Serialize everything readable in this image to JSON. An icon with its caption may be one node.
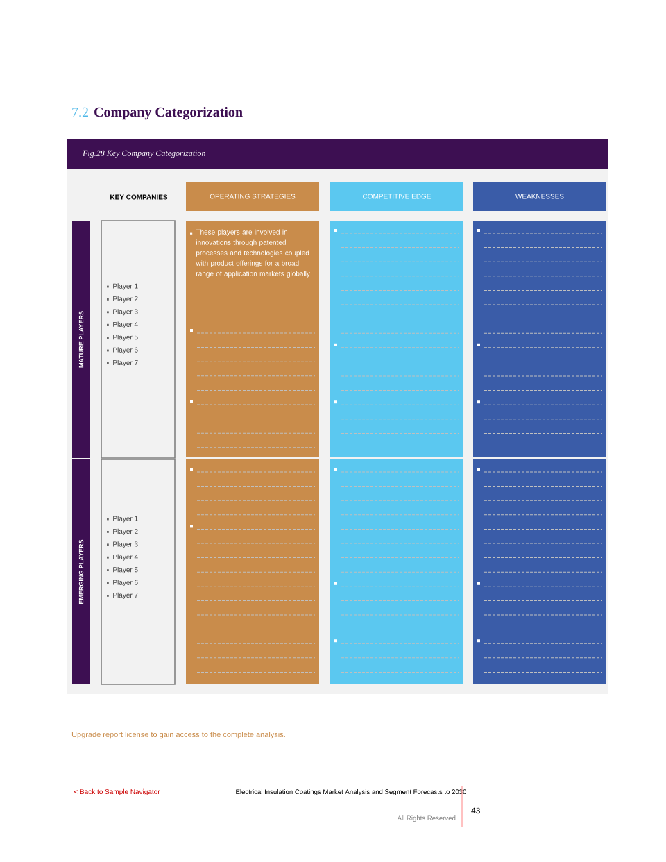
{
  "diagram": {
    "title": "Company Categorization",
    "nodes": [
      {
        "text": [
          "Fig.28 Key Company Categorization"
        ]
      },
      {
        "text": [
          "OPERATING STRATEGIES"
        ]
      },
      {
        "text": [
          "COMPETITIVE EDGE"
        ]
      },
      {
        "text": [
          "WEAKNESSES"
        ]
      },
      {
        "text": [
          "MATURE PLAYERS"
        ]
      },
      {
        "text": [
          "Player 1",
          "Player 2",
          "Player 3",
          "Player 4",
          "Player 5",
          "Player 6",
          "Player 7"
        ]
      },
      {
        "text": [
          "These players are involved in innovations through patented processes and technologies coupled with product offerings for a broad range of application markets globally"
        ]
      },
      {
        "text": [],
        "shape": "box"
      },
      {
        "text": [],
        "shape": "box"
      },
      {
        "text": [
          "EMERGING PLAYERS"
        ]
      },
      {
        "text": [
          "Player 1",
          "Player 2",
          "Player 3",
          "Player 4",
          "Player 5",
          "Player 6",
          "Player 7"
        ]
      },
      {
        "text": [],
        "shape": "box"
      },
      {
        "text": [],
        "shape": "box"
      },
      {
        "text": [],
        "shape": "box"
      }
    ],
    "labels": [
      "7.2",
      "KEY COMPANIES",
      "Upgrade report license to gain access to the complete analysis.",
      "< Back to Sample Navigator",
      "Electrical Insulation Coatings Market Analysis and Segment Forecasts to 2030",
      "All Rights Reserved",
      "43"
    ]
  }
}
